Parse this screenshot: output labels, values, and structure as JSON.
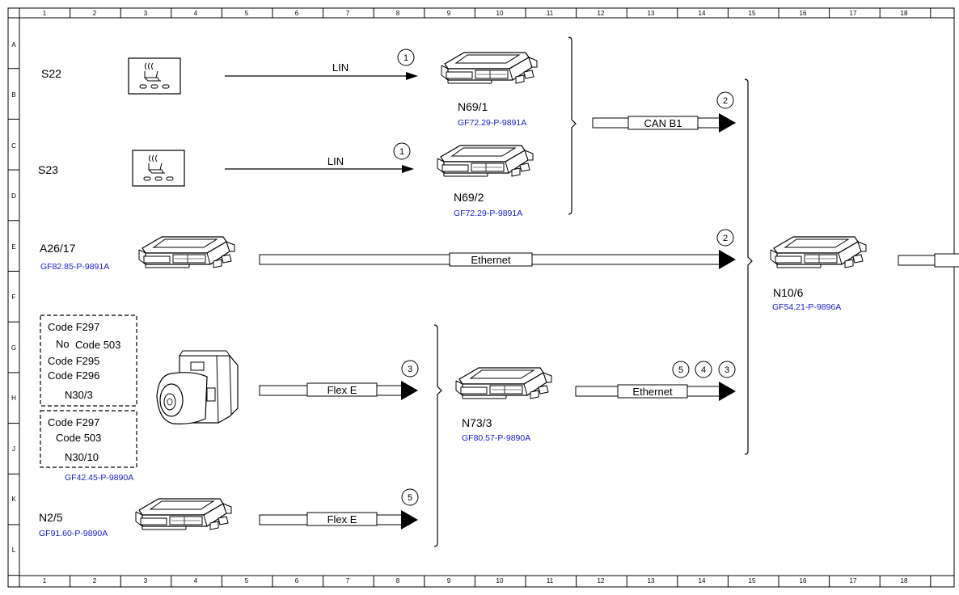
{
  "grid": {
    "columns": [
      "1",
      "2",
      "3",
      "4",
      "5",
      "6",
      "7",
      "8",
      "9",
      "10",
      "11",
      "12",
      "13",
      "14",
      "15",
      "16",
      "17",
      "18"
    ],
    "rows": [
      "A",
      "B",
      "C",
      "D",
      "E",
      "F",
      "G",
      "H",
      "J",
      "K",
      "L"
    ]
  },
  "components": {
    "s22": {
      "label": "S22"
    },
    "s23": {
      "label": "S23"
    },
    "n69_1": {
      "label": "N69/1",
      "ref": "GF72.29-P-9891A"
    },
    "n69_2": {
      "label": "N69/2",
      "ref": "GF72.29-P-9891A"
    },
    "a26_17": {
      "label": "A26/17",
      "ref": "GF82.85-P-9891A"
    },
    "n10_6": {
      "label": "N10/6",
      "ref": "GF54.21-P-9896A"
    },
    "n73_3": {
      "label": "N73/3",
      "ref": "GF80.57-P-9890A"
    },
    "n2_5": {
      "label": "N2/5",
      "ref": "GF91.60-P-9890A"
    },
    "esp": {
      "ref": "GF42.45-P-9890A"
    }
  },
  "code_boxes": {
    "box1": {
      "line1": "Code F297",
      "line2": "No",
      "line3": "Code 503",
      "line4": "Code F295",
      "line5": "Code F296",
      "line6": "N30/3"
    },
    "box2": {
      "line1": "Code F297",
      "line2": "Code 503",
      "line3": "N30/10"
    }
  },
  "buses": {
    "lin1": "LIN",
    "lin2": "LIN",
    "can_b1": "CAN B1",
    "ethernet_a26": "Ethernet",
    "flex_e_esp": "Flex E",
    "ethernet_n73": "Ethernet",
    "flex_e_n25": "Flex E"
  },
  "markers": {
    "lin1": "1",
    "lin2": "1",
    "can_b1": "2",
    "ethernet_a26": "2",
    "flex_e_esp": "3",
    "ethernet_n73_a": "5",
    "ethernet_n73_b": "4",
    "ethernet_n73_c": "3",
    "flex_e_n25": "5"
  }
}
